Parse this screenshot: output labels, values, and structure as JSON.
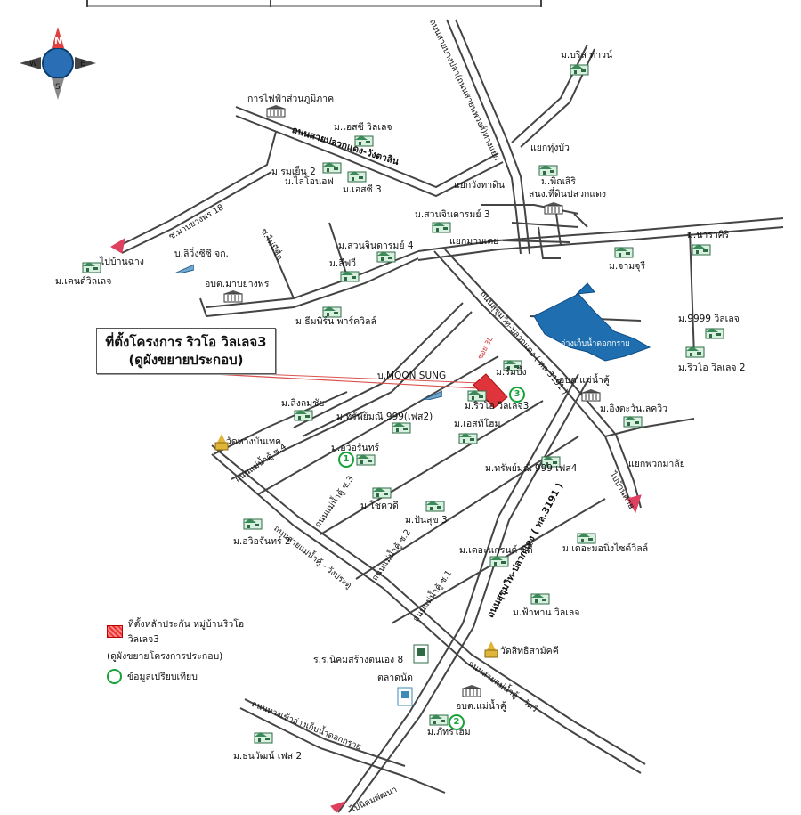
{
  "callout": {
    "line1": "ที่ตั้งโครงการ ริวโอ วิลเลจ3",
    "line2": "(ดูผังขยายประกอบ)"
  },
  "compass": {
    "n": "N",
    "s": "S",
    "e": "E",
    "w": "W"
  },
  "legend": {
    "subject": "ที่ตั้งหลักประกัน หมู่บ้านริวโอ วิลเลจ3",
    "subject_note": "(ดูผังขยายโครงการประกอบ)",
    "comparable": "ข้อมูลเปรียบเทียบ"
  },
  "roads": {
    "thepharak_north": "ถนนสายบางปลา(ถนนสายนพวงศ์)ทางแยก",
    "bangplee_wangtalin": "ถนนสายปลวกแดง-วังตาลิน",
    "maptaphut": "ซ.มาบยางพร 18",
    "sukhumvit_upper": "ถนนสุขุมวิท-ปลวกแดง ( ทล.3191 )",
    "sukhumvit_lower": "ถนนสุขุมวิท-ปลวกแดง ( ทล.3191 )",
    "maenamkhu_wangprachu": "ถนนสายแม่น้ำคู้ - วังประดู่",
    "maenamkhu_wat": "ถนนสายแม่น้ำคู้ - วัดวิ",
    "maenamkhu_s1": "ถนนแม่น้ำคู้ ซ.1",
    "maenamkhu_s2": "ถนนแม่น้ำคู้ ซ.2",
    "maenamkhu_s3": "ถนนแม่น้ำคู้ ซ.3",
    "maenamkhu_s4": "ถนนแม่น้ำคู้ ซ.4",
    "to_rayong_canal": "ถนนทางเข้าอ่างเก็บน้ำดอกกราย",
    "soi_short": "ซ.ไม่มีชื่อ",
    "soi_label": "ซอย 3L"
  },
  "places": {
    "baris_town": "ม.บริส ทาวน์",
    "elect_auth": "การไฟฟ้าส่วนภูมิภาค",
    "esc_village": "ม.เอสซี วิลเลจ",
    "rommayen2": "ม.รมเย็น 2",
    "lifehome": "ม.ไลโอนอฟ",
    "esc3": "ม.เอสซี 3",
    "kaoeng_junction": "แยกวังทาดิน",
    "thungbua_junction": "แยกทุ่งบัว",
    "phensiri": "ม.พิณสิริ",
    "district_office": "สนง.ที่ดินปลวกแดง",
    "suanjin3": "ม.สวนจินดารมย์ 3",
    "suanjin4": "ม.สวนจินดารมย์ 4",
    "maptaphut_junction": "แยกมาบเตย",
    "sithai": "ม.ลีฟวี่",
    "living_cg": "บ.ลิวิ่งซีซี จก.",
    "tambon_maptaphut": "อบต.มาบยางพร",
    "to_rayong": "ไปบ้านฉาง",
    "kenwedee": "ม.เคนด์วิลเลจ",
    "green_park": "ม.ธีมพิร์น พาร์ควิลล์",
    "narasiri": "ม.นาราศิริ",
    "jamuri": "ม.จามจุรี",
    "village9999": "ม.9999 วิลเลจ",
    "ryoo2": "ม.ริวโอ วิลเลจ 2",
    "reservoir": "อ่างเก็บน้ำดอกกราย",
    "moonsung": "บ.MOON SUNG",
    "rimbueng": "ม.ริมบึ้ง",
    "tambon_maenamkhu": "อบต.แม่น้ำคู้",
    "ryoo3": "ม.ริวโอ วิลเลจ3",
    "linglom": "ม.ลิ่งลมชัย",
    "songrat_lake": "ม.อิงตะวันเลควิว",
    "sap_manee2": "ม.ทรัพย์มณี 999(เฟส2)",
    "esthome": "ม.เอสทีโฮม",
    "wat_hin": "วัดหางบันเทค",
    "awuthit": "ม.อวิอรันทร์",
    "sap_manee4": "ม.ทรัพย์มณี 999 เฟส4",
    "sawat_junction": "แยกพวกมาลัย",
    "to_ban_khai": "ไปบ้านค่าย",
    "sokhothai": "ม.โชควดี",
    "punsuk3": "ม.ปันสุข 3",
    "awinan2": "ม.อวิอจันทร์ 2",
    "grand_city": "ม.เดอะแกรนด์ ซิตี้",
    "chaiyaville": "ม.เดอะมอนิ่งไซด์วิลล์",
    "fahthan": "ม.ฟ้าทาน วิลเลจ",
    "school": "ร.ร.นิคมสร้างตนเอง 8",
    "wat_sit": "วัดสิทธิสามัคคี",
    "market": "ตลาดนัด",
    "tambon_maenamkhu2": "อบต.แม่น้ำคู้",
    "phatara_home": "ม.ภัทรโฮม",
    "thanawan3": "ม.ธนวัฒน์ เฟส 2",
    "to_nikhom": "ไปนิคมพัฒนา"
  },
  "comparables": {
    "c1": "1",
    "c2": "2",
    "c3": "3"
  },
  "colors": {
    "road": "#333333",
    "reservoir": "#1f6fb0",
    "subject": "#e0343c",
    "comparable": "#18a23a",
    "pointer": "#d9534f"
  }
}
